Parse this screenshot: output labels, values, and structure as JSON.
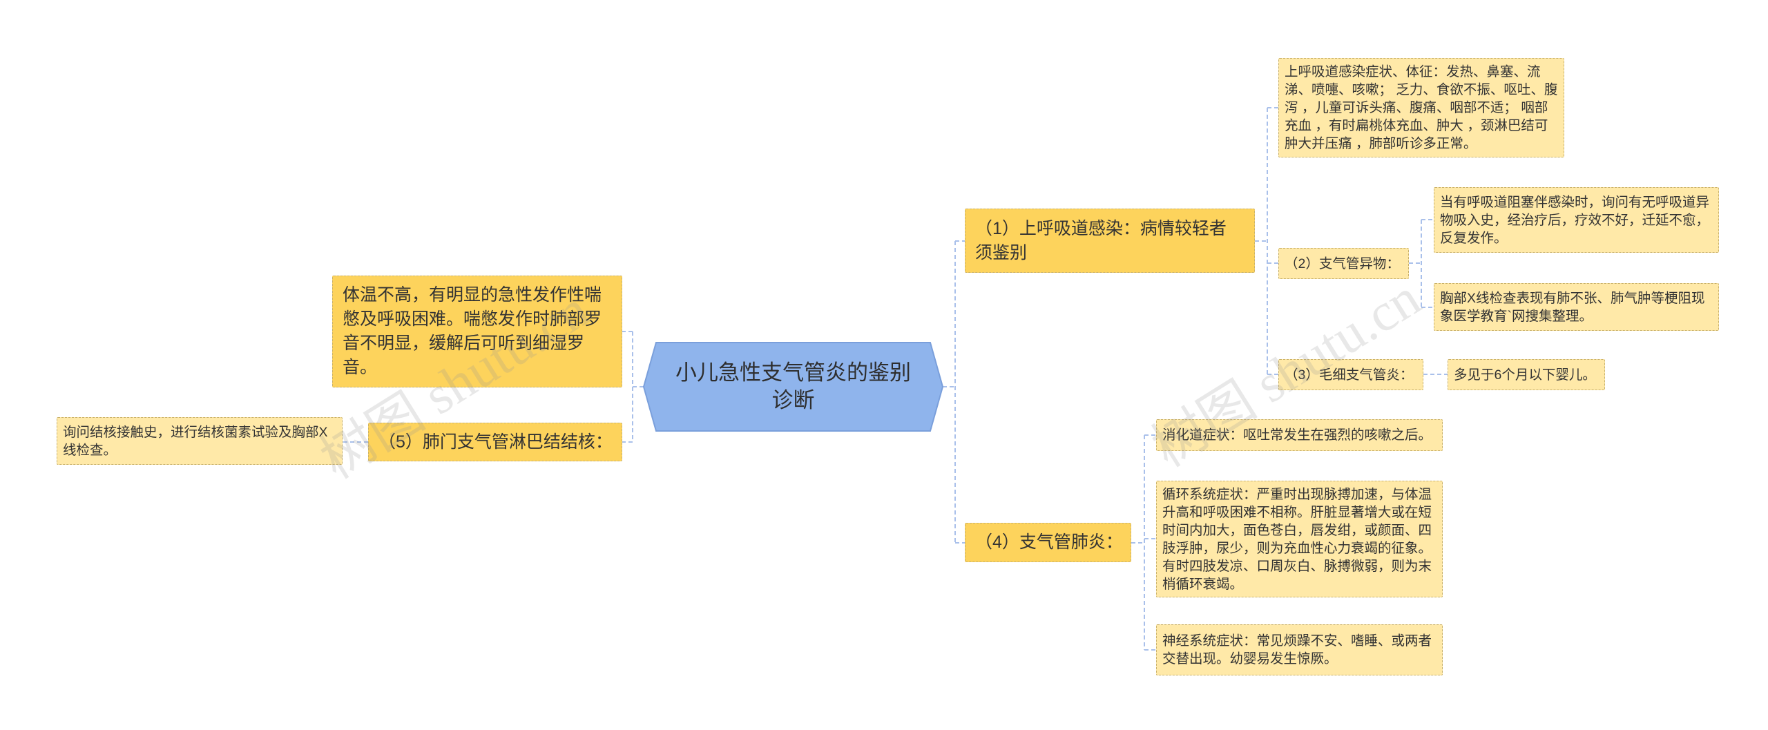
{
  "mindmap": {
    "root": {
      "label": "小儿急性支气管炎的鉴别诊断"
    },
    "left": [
      {
        "label": "体温不高，有明显的急性发作性喘憋及呼吸困难。喘憋发作时肺部罗音不明显，缓解后可听到细湿罗音。"
      },
      {
        "label": "（5）肺门支气管淋巴结结核：",
        "children": [
          {
            "label": "询问结核接触史，进行结核菌素试验及胸部X线检查。"
          }
        ]
      }
    ],
    "right": [
      {
        "label": "（1）上呼吸道感染：病情较轻者须鉴别",
        "children": [
          {
            "label": "上呼吸道感染症状、体征：发热、鼻塞、流涕、喷嚏、咳嗽； 乏力、食欲不振、呕吐、腹泻 ，儿童可诉头痛、腹痛、咽部不适； 咽部充血 ，有时扁桃体充血、肿大 ，颈淋巴结可肿大并压痛 ，肺部听诊多正常。"
          },
          {
            "label": "（2）支气管异物：",
            "children": [
              {
                "label": "当有呼吸道阻塞伴感染时，询问有无呼吸道异物吸入史，经治疗后，疗效不好，迁延不愈，反复发作。"
              },
              {
                "label": "胸部X线检查表现有肺不张、肺气肿等梗阻现象医学教育`网搜集整理。"
              }
            ]
          },
          {
            "label": "（3）毛细支气管炎：",
            "children": [
              {
                "label": "多见于6个月以下婴儿。"
              }
            ]
          }
        ]
      },
      {
        "label": "（4）支气管肺炎：",
        "children": [
          {
            "label": "消化道症状：呕吐常发生在强烈的咳嗽之后。"
          },
          {
            "label": "循环系统症状：严重时出现脉搏加速，与体温升高和呼吸困难不相称。肝脏显著增大或在短时间内加大，面色苍白，唇发绀，或颜面、四肢浮肿，尿少，则为充血性心力衰竭的征象。有时四肢发凉、口周灰白、脉搏微弱，则为末梢循环衰竭。"
          },
          {
            "label": "神经系统症状：常见烦躁不安、嗜睡、或两者交替出现。幼婴易发生惊厥。"
          }
        ]
      }
    ]
  },
  "watermarks": [
    "树图 shutu.cn",
    "树图 shutu.cn"
  ],
  "colors": {
    "root_fill": "#8FB4EC",
    "branch_fill": "#FDD35C",
    "leaf_fill": "#FFE9A8",
    "connector": "#A9C0EA"
  }
}
